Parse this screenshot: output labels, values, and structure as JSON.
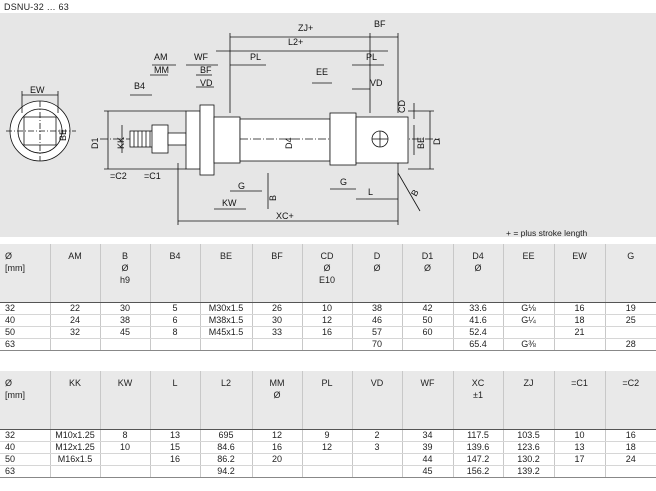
{
  "title": "DSNU-32 … 63",
  "drawing": {
    "labels": {
      "zj": "ZJ+",
      "bf": "BF",
      "l2": "L2+",
      "am": "AM",
      "wf": "WF",
      "pl": "PL",
      "mm": "MM",
      "bf2": "BF",
      "b4": "B4",
      "vd": "VD",
      "ee": "EE",
      "vd2": "VD",
      "pl2": "PL",
      "cd": "CD",
      "ew": "EW",
      "d1": "D1",
      "kk": "KK",
      "d4": "D4",
      "be": "BE",
      "be2": "BE",
      "d": "D",
      "c2": "=C2",
      "c1": "=C1",
      "b": "B",
      "b2": "B",
      "g": "G",
      "g2": "G",
      "l": "L",
      "kw": "KW",
      "xc": "XC+"
    }
  },
  "footnote": "+   = plus stroke length",
  "table1": {
    "headers": [
      [
        "Ø",
        "",
        "[mm]"
      ],
      [
        "AM"
      ],
      [
        "B",
        "Ø",
        "h9"
      ],
      [
        "B4"
      ],
      [
        "BE"
      ],
      [
        "BF"
      ],
      [
        "CD",
        "Ø",
        "E10"
      ],
      [
        "D",
        "Ø"
      ],
      [
        "D1",
        "Ø"
      ],
      [
        "D4",
        "Ø"
      ],
      [
        "EE"
      ],
      [
        "EW"
      ],
      [
        "G"
      ]
    ],
    "rows": [
      [
        "32",
        "22",
        "30",
        "5",
        "M30x1.5",
        "26",
        "10",
        "38",
        "42",
        "33.6",
        "G⅛",
        "16",
        "19"
      ],
      [
        "40",
        "24",
        "38",
        "6",
        "M38x1.5",
        "30",
        "12",
        "46",
        "50",
        "41.6",
        "G¼",
        "18",
        "25"
      ],
      [
        "50",
        "32",
        "45",
        "8",
        "M45x1.5",
        "33",
        "16",
        "57",
        "60",
        "52.4",
        "",
        "21",
        ""
      ],
      [
        "63",
        "",
        "",
        "",
        "",
        "",
        "",
        "70",
        "",
        "65.4",
        "G⅜",
        "",
        "28"
      ]
    ]
  },
  "table2": {
    "headers": [
      [
        "Ø",
        "",
        "[mm]"
      ],
      [
        "KK"
      ],
      [
        "KW"
      ],
      [
        "L"
      ],
      [
        "L2"
      ],
      [
        "MM",
        "Ø"
      ],
      [
        "PL"
      ],
      [
        "VD"
      ],
      [
        "WF"
      ],
      [
        "XC",
        "±1"
      ],
      [
        "ZJ"
      ],
      [
        "=C1"
      ],
      [
        "=C2"
      ]
    ],
    "rows": [
      [
        "32",
        "M10x1.25",
        "8",
        "13",
        "695",
        "12",
        "9",
        "2",
        "34",
        "117.5",
        "103.5",
        "10",
        "16"
      ],
      [
        "40",
        "M12x1.25",
        "10",
        "15",
        "84.6",
        "16",
        "12",
        "3",
        "39",
        "139.6",
        "123.6",
        "13",
        "18"
      ],
      [
        "50",
        "M16x1.5",
        "",
        "16",
        "86.2",
        "20",
        "",
        "",
        "44",
        "147.2",
        "130.2",
        "17",
        "24"
      ],
      [
        "63",
        "",
        "",
        "",
        "94.2",
        "",
        "",
        "",
        "45",
        "156.2",
        "139.2",
        "",
        ""
      ]
    ]
  }
}
